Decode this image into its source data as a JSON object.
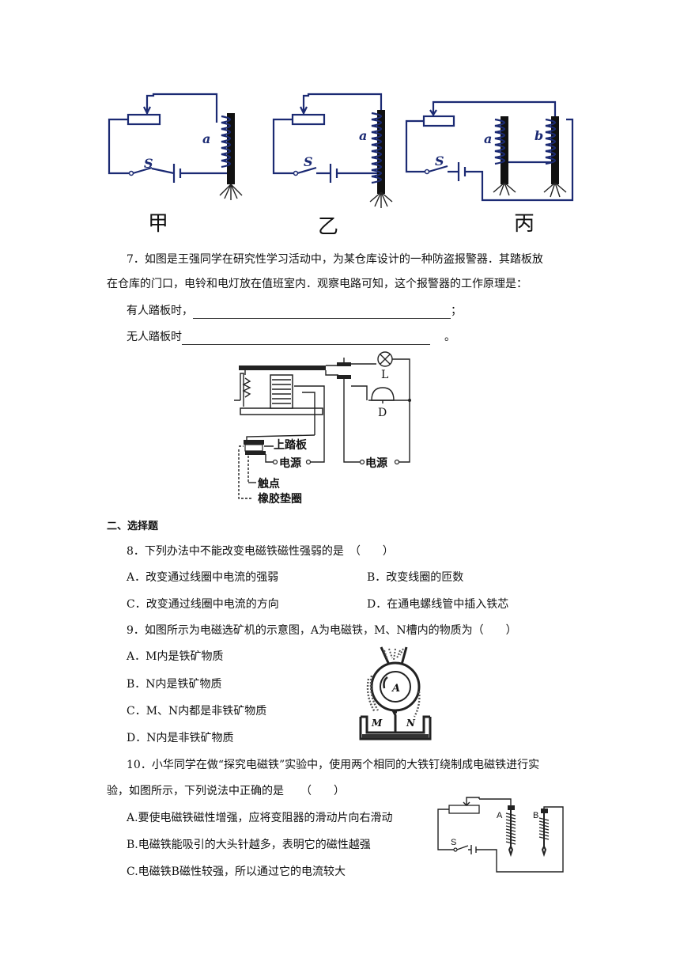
{
  "figure_top": {
    "labels": [
      "甲",
      "乙",
      "丙"
    ],
    "switch_label": "S",
    "coil_a": "a",
    "coil_b": "b"
  },
  "q7": {
    "line1": "7．如图是王强同学在研究性学习活动中，为某仓库设计的一种防盗报警器．其踏板放",
    "line2": "在仓库的门口，电铃和电灯放在值班室内．观察电路可知，这个报警器的工作原理是：",
    "with_person": "有人踏板时，",
    "with_person_end": "；",
    "no_person": "无人踏板时",
    "no_person_end": "。",
    "fig": {
      "lamp": "L",
      "bell": "D",
      "plate": "上踏板",
      "power1": "电源",
      "power2": "电源",
      "contact": "触点",
      "rubber": "橡胶垫圈"
    }
  },
  "section2": "二、选择题",
  "q8": {
    "stem": "8．下列办法中不能改变电磁铁磁性强弱的是　（　　）",
    "A": "A．改变通过线圈中电流的强弱",
    "B": "B．改变线圈的匝数",
    "C": "C．改变通过线圈中电流的方向",
    "D": "D．在通电螺线管中插入铁芯"
  },
  "q9": {
    "stem": "9．如图所示为电磁选矿机的示意图，A为电磁铁，M、N槽内的物质为（　　）",
    "A": "A．M内是铁矿物质",
    "B": "B．N内是铁矿物质",
    "C": "C．M、N内都是非铁矿物质",
    "D": "D．N内是非铁矿物质",
    "fig": {
      "A": "A",
      "M": "M",
      "N": "N"
    }
  },
  "q10": {
    "line1": "10．小华同学在做“探究电磁铁”实验中，使用两个相同的大铁钉绕制成电磁铁进行实",
    "line2": "验，如图所示，下列说法中正确的是　　（　　）",
    "A": "A.要使电磁铁磁性增强，应将变阻器的滑动片向右滑动",
    "B": "B.电磁铁能吸引的大头针越多，表明它的磁性越强",
    "C": "C.电磁铁B磁性较强，所以通过它的电流较大",
    "fig": {
      "A": "A",
      "B": "B",
      "S": "S"
    }
  }
}
